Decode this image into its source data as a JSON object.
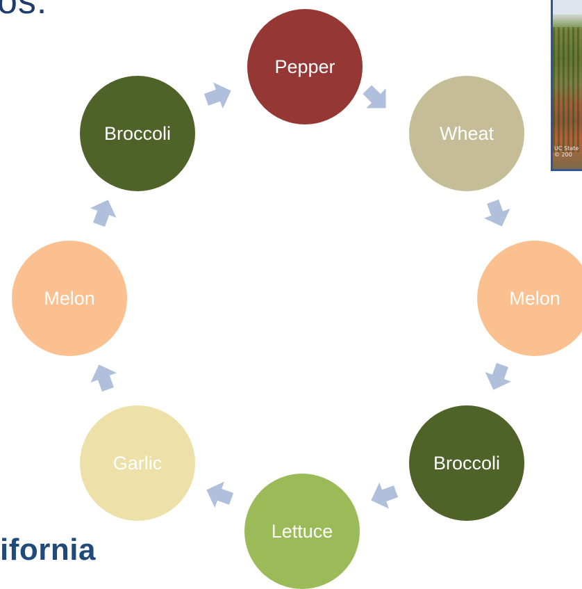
{
  "header": {
    "title_fragment": "os:"
  },
  "footer": {
    "brand_fragment": "ifornia"
  },
  "photo": {
    "credit": "UC State\n© 200"
  },
  "colors": {
    "red": "#953735",
    "tan": "#c4bd97",
    "peach": "#fac090",
    "dark_green": "#4f6228",
    "light_green": "#9bbb59",
    "pale_yellow": "#ede0a8",
    "arrow": "#b0c0dc"
  },
  "cycle": {
    "nodes": [
      {
        "label": "Pepper",
        "color": "red",
        "text": "#ffffff"
      },
      {
        "label": "Wheat",
        "color": "tan",
        "text": "#ffffff"
      },
      {
        "label": "Melon",
        "color": "peach",
        "text": "#ffffff"
      },
      {
        "label": "Broccoli",
        "color": "dark_green",
        "text": "#ffffff"
      },
      {
        "label": "Lettuce",
        "color": "light_green",
        "text": "#ffffff"
      },
      {
        "label": "Garlic",
        "color": "pale_yellow",
        "text": "#ffffff"
      },
      {
        "label": "Melon",
        "color": "peach",
        "text": "#ffffff"
      },
      {
        "label": "Broccoli",
        "color": "dark_green",
        "text": "#ffffff"
      }
    ]
  }
}
